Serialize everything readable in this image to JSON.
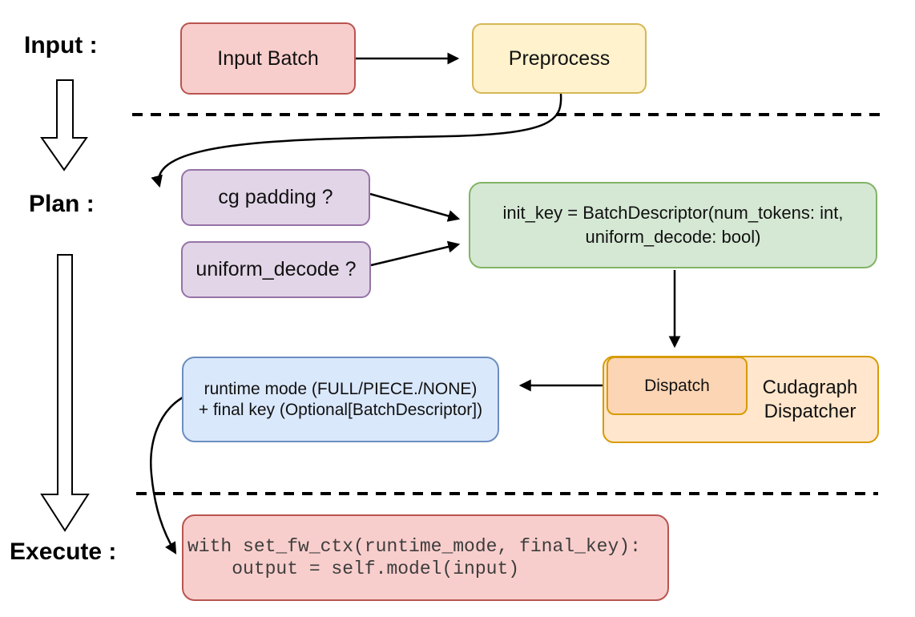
{
  "labels": {
    "input": "Input :",
    "plan": "Plan :",
    "execute": "Execute :"
  },
  "boxes": {
    "input_batch": {
      "label": "Input Batch"
    },
    "preprocess": {
      "label": "Preprocess"
    },
    "cg_padding": {
      "label": "cg padding ?"
    },
    "uniform_decode": {
      "label": "uniform_decode ?"
    },
    "init_key": {
      "line1": "init_key = BatchDescriptor(num_tokens: int,",
      "line2": "uniform_decode: bool)"
    },
    "dispatch": {
      "label": "Dispatch"
    },
    "cudagraph_dispatcher": {
      "line1": "Cudagraph",
      "line2": "Dispatcher"
    },
    "runtime_mode": {
      "line1": "runtime mode (FULL/PIECE./NONE)",
      "line2": "+ final key (Optional[BatchDescriptor])"
    },
    "execute_code": {
      "line1": "with set_fw_ctx(runtime_mode, final_key):",
      "line2": "    output = self.model(input)"
    }
  },
  "colors": {
    "red_fill": "#f8cecc",
    "red_stroke": "#b85450",
    "yellow_fill": "#fff2cc",
    "yellow_stroke": "#d6b656",
    "purple_fill": "#e1d5e7",
    "purple_stroke": "#9673a6",
    "green_fill": "#d5e8d4",
    "green_stroke": "#82b366",
    "orange_fill": "#ffe6cc",
    "orange_inner_fill": "#fcd5b5",
    "orange_stroke": "#d79b00",
    "blue_fill": "#dae8fc",
    "blue_stroke": "#6c8ebf"
  }
}
